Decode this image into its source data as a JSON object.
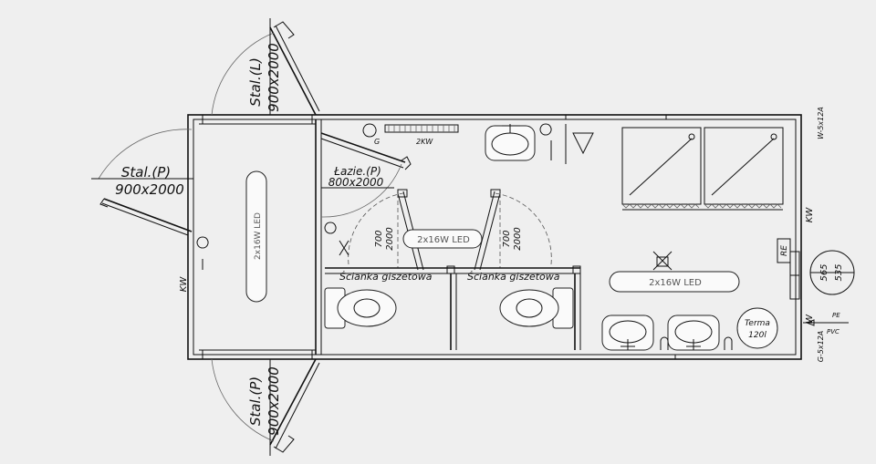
{
  "doors": {
    "top_left": "Stal.(L)",
    "top_left_size": "900x2000",
    "left": "Stal.(P)",
    "left_size": "900x2000",
    "bottom_left": "Stal.(P)",
    "bottom_left_size": "900x2000",
    "bathroom": "Łazie.(P)",
    "bathroom_size": "800x2000",
    "toilet_1": "700",
    "toilet_1_h": "2000",
    "toilet_2": "700",
    "toilet_2_h": "2000"
  },
  "partitions": {
    "left": "Ścianka giszetowa",
    "right": "Ścianka giszetowa"
  },
  "lights": {
    "entry": "2x16W LED",
    "toilets": "2x16W LED",
    "washroom": "2x16W LED"
  },
  "labels": {
    "kw_left": "KW",
    "kw_right": "KW",
    "kw_top": "2KW",
    "w_right": "W",
    "g_symbol": "G",
    "re": "RE",
    "top_right_vertical": "W-5x12A",
    "bottom_right_vertical": "G-5x12A",
    "pe": "PE",
    "pvc": "PVC",
    "boiler": "Terma",
    "boiler_cap": "120l",
    "dim_1": "565",
    "dim_2": "535"
  }
}
